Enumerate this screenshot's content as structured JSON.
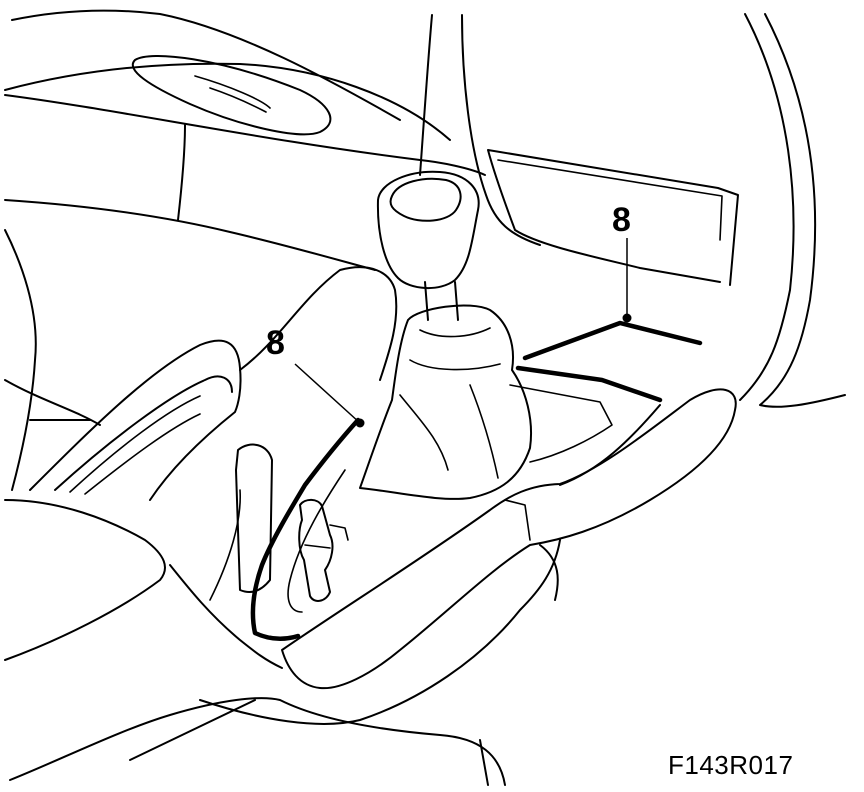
{
  "callouts": [
    {
      "label": "8"
    },
    {
      "label": "8"
    }
  ],
  "figure_code": "F143R017"
}
